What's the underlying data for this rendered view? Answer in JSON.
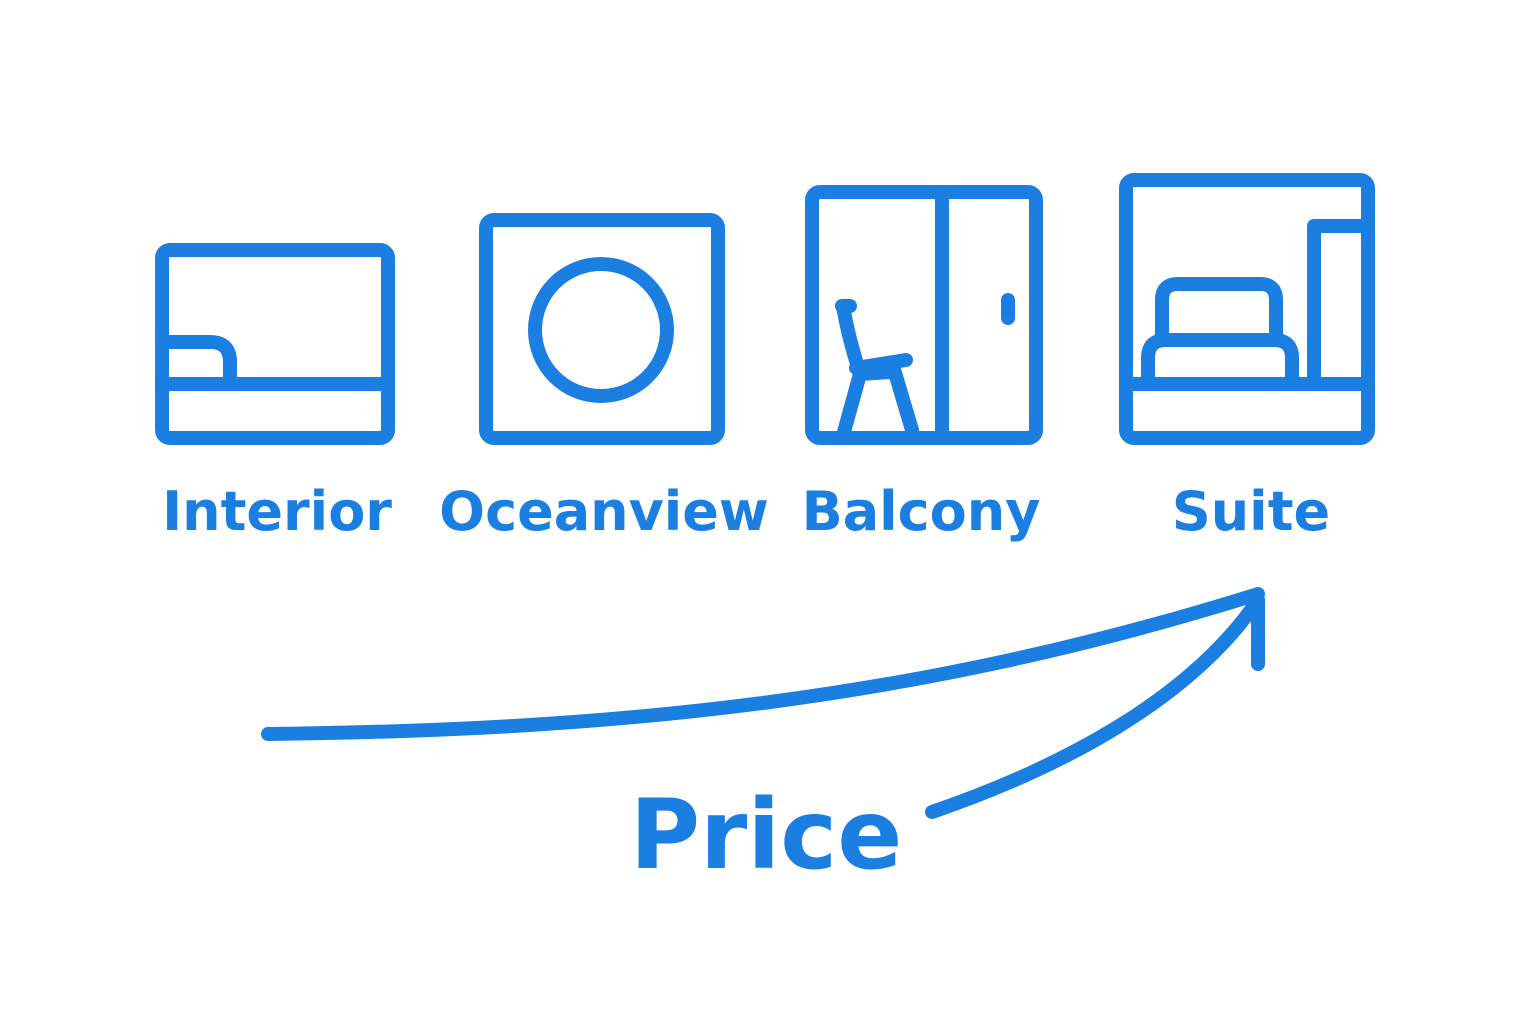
{
  "colors": {
    "accent": "#1a7fe0",
    "background": "#ffffff"
  },
  "cabins": [
    {
      "label": "Interior",
      "icon": "interior-cabin-icon"
    },
    {
      "label": "Oceanview",
      "icon": "oceanview-cabin-icon"
    },
    {
      "label": "Balcony",
      "icon": "balcony-cabin-icon"
    },
    {
      "label": "Suite",
      "icon": "suite-cabin-icon"
    }
  ],
  "price_arrow": {
    "label": "Price",
    "icon": "arrow-up-right-icon"
  }
}
